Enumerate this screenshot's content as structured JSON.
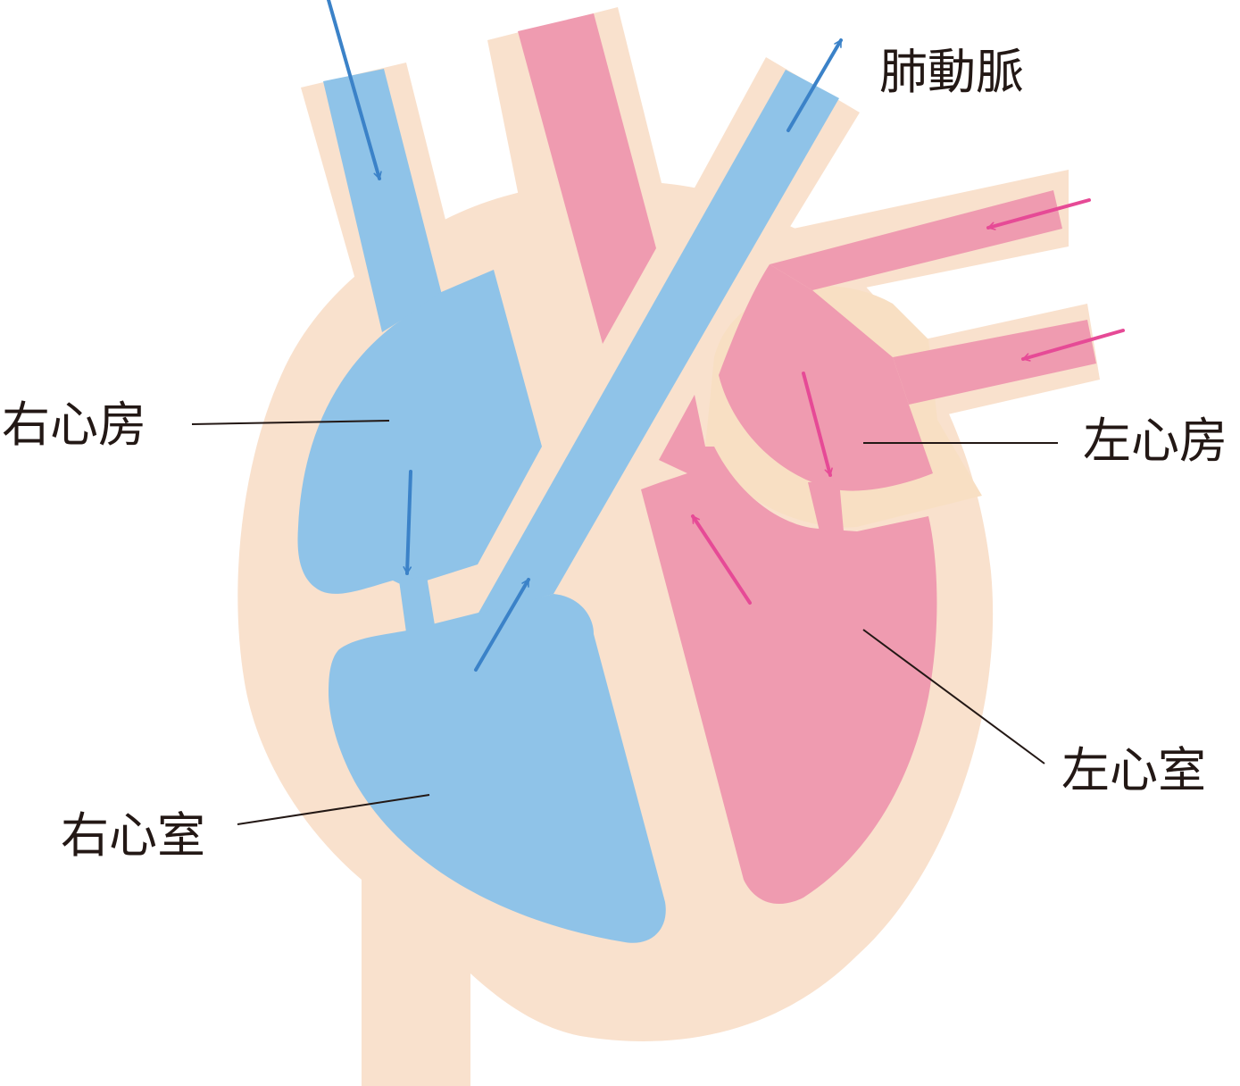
{
  "labels": {
    "pulmonary_artery": "肺動脈",
    "right_atrium": "右心房",
    "left_atrium": "左心房",
    "right_ventricle": "右心室",
    "left_ventricle": "左心室"
  },
  "colors": {
    "tissue": "#f9e1cd",
    "deoxygenated": "#8fc3e8",
    "oxygenated": "#ef9bb0",
    "valve_ring": "#f8dfc3",
    "arrow_blue": "#3b82c8",
    "arrow_pink": "#e64a96",
    "text": "#231815"
  }
}
